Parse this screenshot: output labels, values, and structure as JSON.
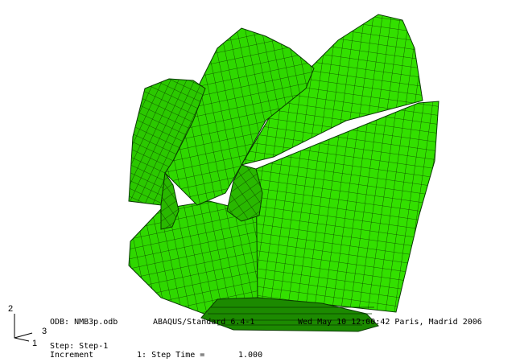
{
  "viewport": {
    "model_color": "#33e000",
    "mesh_line_color": "#0a3a00",
    "shadow_color": "#1c8a00",
    "background": "#ffffff"
  },
  "triad": {
    "axis_x": "1",
    "axis_y": "2",
    "axis_z": "3"
  },
  "info": {
    "odb_label": "ODB: NMB3p.odb",
    "solver": "ABAQUS/Standard 6.4-1",
    "date": "Wed May 10 12:00:42 Paris, Madrid 2006",
    "step_label": "Step: Step-1",
    "increment_label": "Increment",
    "increment_value": "1",
    "step_time_label": "Step Time =",
    "step_time_value": "1.000"
  }
}
